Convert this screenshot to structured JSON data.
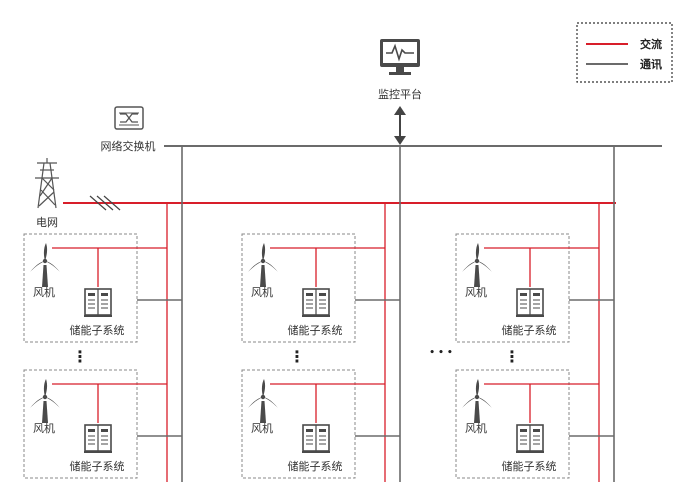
{
  "legend": {
    "ac_label": "交流",
    "comm_label": "通讯",
    "ac_color": "#d81e2a",
    "comm_color": "#6b6b6b"
  },
  "monitor": {
    "label": "监控平台",
    "icon": "monitor-icon"
  },
  "switch": {
    "label": "网络交换机",
    "icon": "network-switch-icon"
  },
  "grid": {
    "label": "电网",
    "icon": "transmission-tower-icon"
  },
  "unit": {
    "wind_label": "风机",
    "storage_label": "储能子系统",
    "wind_icon": "wind-turbine-icon",
    "storage_icon": "storage-cabinet-icon"
  },
  "ellipsis": {
    "vertical": "⋮",
    "horizontal": "• • •"
  },
  "columns": [
    {
      "id": "col-1"
    },
    {
      "id": "col-2"
    },
    {
      "id": "col-3"
    }
  ]
}
